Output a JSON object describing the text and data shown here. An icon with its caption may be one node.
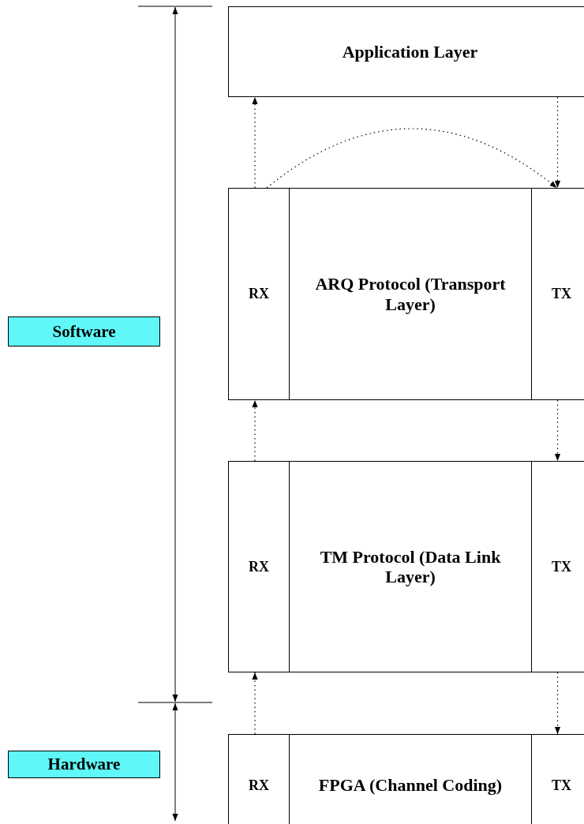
{
  "diagram": {
    "nodes": [
      {
        "text": [
          "Application Layer"
        ]
      },
      {
        "text": [
          "RX"
        ]
      },
      {
        "text": [
          "ARQ Protocol (Transport Layer)"
        ]
      },
      {
        "text": [
          "TX"
        ]
      },
      {
        "text": [
          "RX"
        ]
      },
      {
        "text": [
          "TM Protocol (Data Link Layer)"
        ]
      },
      {
        "text": [
          "TX"
        ]
      },
      {
        "text": [
          "RX"
        ]
      },
      {
        "text": [
          "FPGA (Channel Coding)"
        ]
      },
      {
        "text": [
          "TX"
        ]
      },
      {
        "text": [
          "Software"
        ]
      },
      {
        "text": [
          "Hardware"
        ]
      }
    ],
    "edges": [
      {
        "from": 1,
        "to": 0,
        "arrow": "to"
      },
      {
        "from": 0,
        "to": 3,
        "arrow": "to"
      },
      {
        "from": 1,
        "to": 3,
        "arrow": "to"
      },
      {
        "from": 4,
        "to": 1,
        "arrow": "to"
      },
      {
        "from": 3,
        "to": 6,
        "arrow": "to"
      },
      {
        "from": 7,
        "to": 4,
        "arrow": "to"
      },
      {
        "from": 6,
        "to": 9,
        "arrow": "to"
      }
    ]
  }
}
